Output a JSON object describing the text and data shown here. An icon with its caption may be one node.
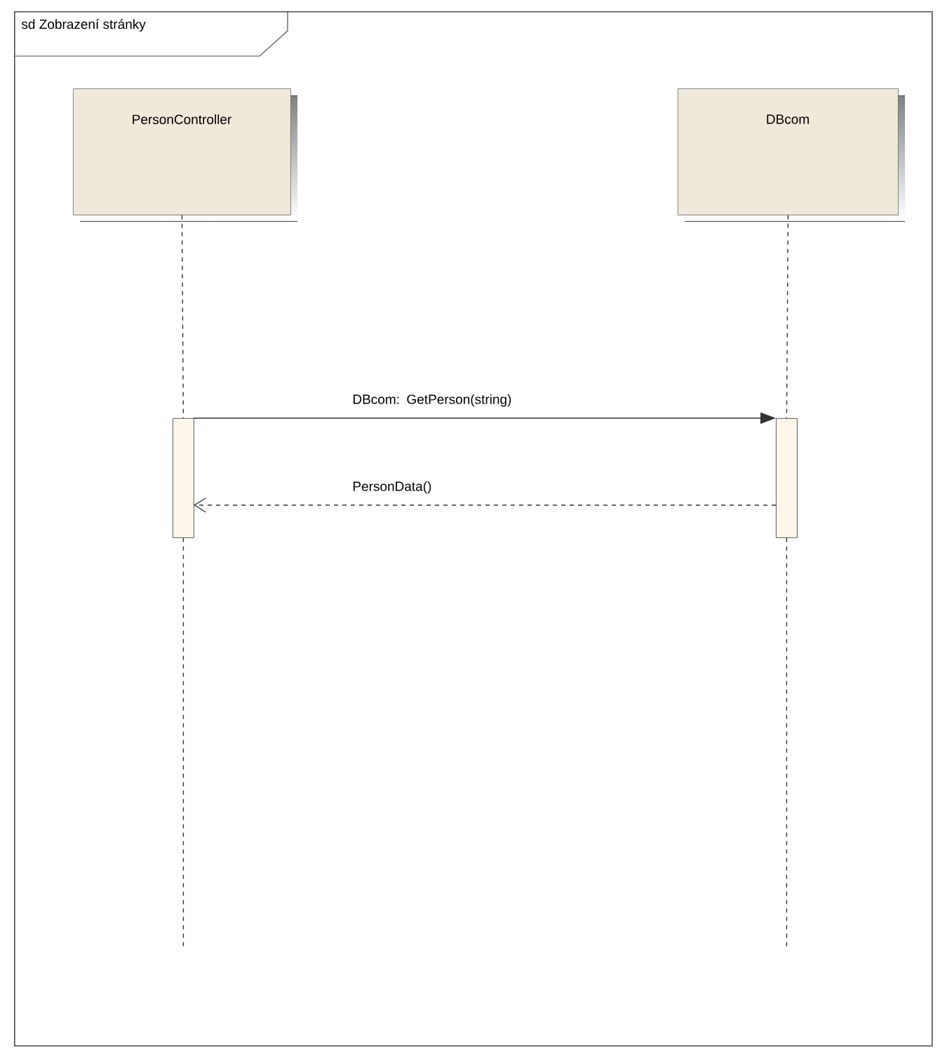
{
  "diagram": {
    "nodes": [
      {
        "text": [
          "sd Zobrazení stránky"
        ]
      },
      {
        "text": [
          "PersonController"
        ],
        "in": 0
      },
      {
        "text": [
          "DBcom"
        ],
        "in": 0
      },
      {
        "text": [],
        "shape": "bar",
        "in": 0
      },
      {
        "text": [],
        "shape": "bar",
        "in": 0
      }
    ],
    "edges": [
      {
        "from": 1,
        "to": 3,
        "arrow": "none",
        "style": "dashed"
      },
      {
        "from": 3,
        "to": null,
        "arrow": "none",
        "style": "dashed"
      },
      {
        "from": 2,
        "to": 4,
        "arrow": "none",
        "style": "dashed"
      },
      {
        "from": 4,
        "to": null,
        "arrow": "none",
        "style": "dashed"
      },
      {
        "from": 3,
        "to": 4,
        "arrow": "to",
        "label": "DBcom: GetPerson(string)"
      },
      {
        "from": 4,
        "to": 3,
        "arrow": "to",
        "style": "dashed",
        "label": "PersonData()"
      }
    ]
  }
}
